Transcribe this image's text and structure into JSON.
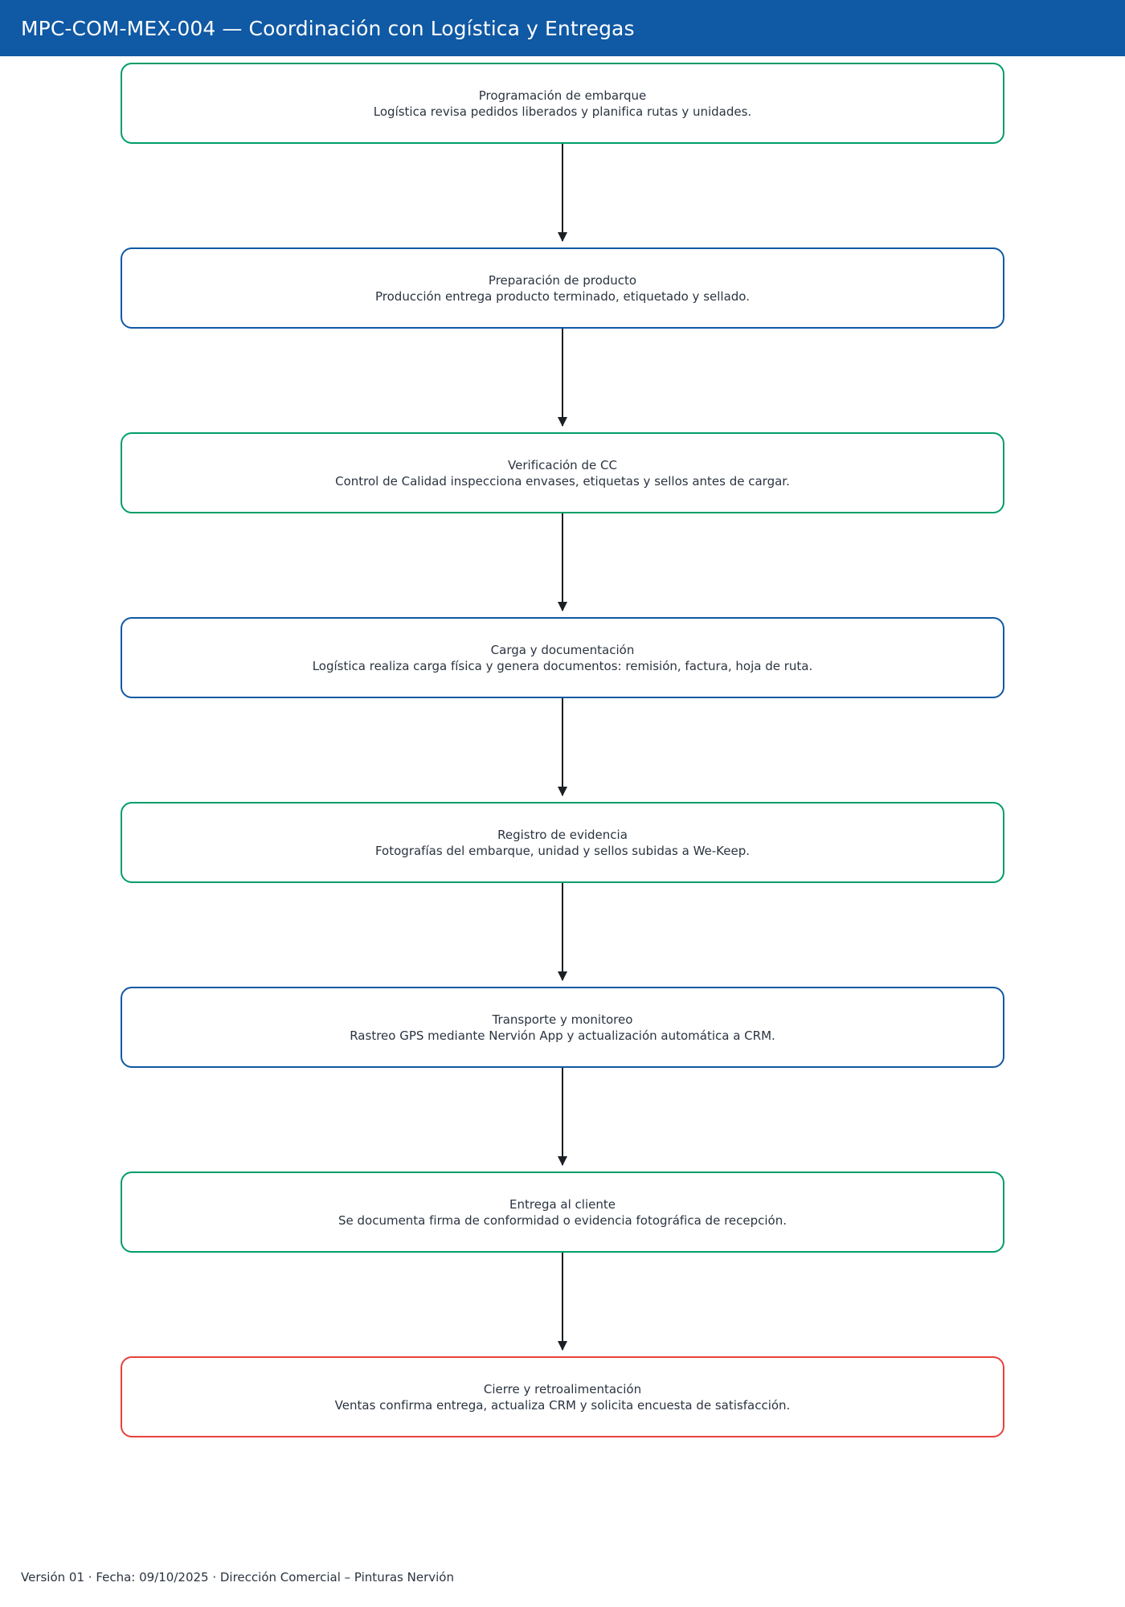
{
  "header": {
    "title": "MPC-COM-MEX-004 — Coordinación con Logística y Entregas",
    "background_color": "#1059A4",
    "text_color": "#ffffff"
  },
  "colors": {
    "green": "#009E68",
    "blue": "#1059A4",
    "red": "#E8413C",
    "connector": "#1b1f26",
    "text": "#2b3440",
    "page_background": "#ffffff"
  },
  "flow": {
    "type": "flowchart-vertical",
    "direction": "top-to-bottom",
    "steps": [
      {
        "index": 1,
        "title": "Programación de embarque",
        "description": "Logística revisa pedidos liberados y planifica rutas y unidades.",
        "accent": "green"
      },
      {
        "index": 2,
        "title": "Preparación de producto",
        "description": "Producción entrega producto terminado, etiquetado y sellado.",
        "accent": "blue"
      },
      {
        "index": 3,
        "title": "Verificación de CC",
        "description": "Control de Calidad inspecciona envases, etiquetas y sellos antes de cargar.",
        "accent": "green"
      },
      {
        "index": 4,
        "title": "Carga y documentación",
        "description": "Logística realiza carga física y genera documentos: remisión, factura, hoja de ruta.",
        "accent": "blue"
      },
      {
        "index": 5,
        "title": "Registro de evidencia",
        "description": "Fotografías del embarque, unidad y sellos subidas a We-Keep.",
        "accent": "green"
      },
      {
        "index": 6,
        "title": "Transporte y monitoreo",
        "description": "Rastreo GPS mediante Nervión App y actualización automática a CRM.",
        "accent": "blue"
      },
      {
        "index": 7,
        "title": "Entrega al cliente",
        "description": "Se documenta firma de conformidad o evidencia fotográfica de recepción.",
        "accent": "green"
      },
      {
        "index": 8,
        "title": "Cierre y retroalimentación",
        "description": "Ventas confirma entrega, actualiza CRM y solicita encuesta de satisfacción.",
        "accent": "red"
      }
    ]
  },
  "footer": {
    "text": "Versión 01 · Fecha: 09/10/2025 · Dirección Comercial – Pinturas Nervión"
  }
}
